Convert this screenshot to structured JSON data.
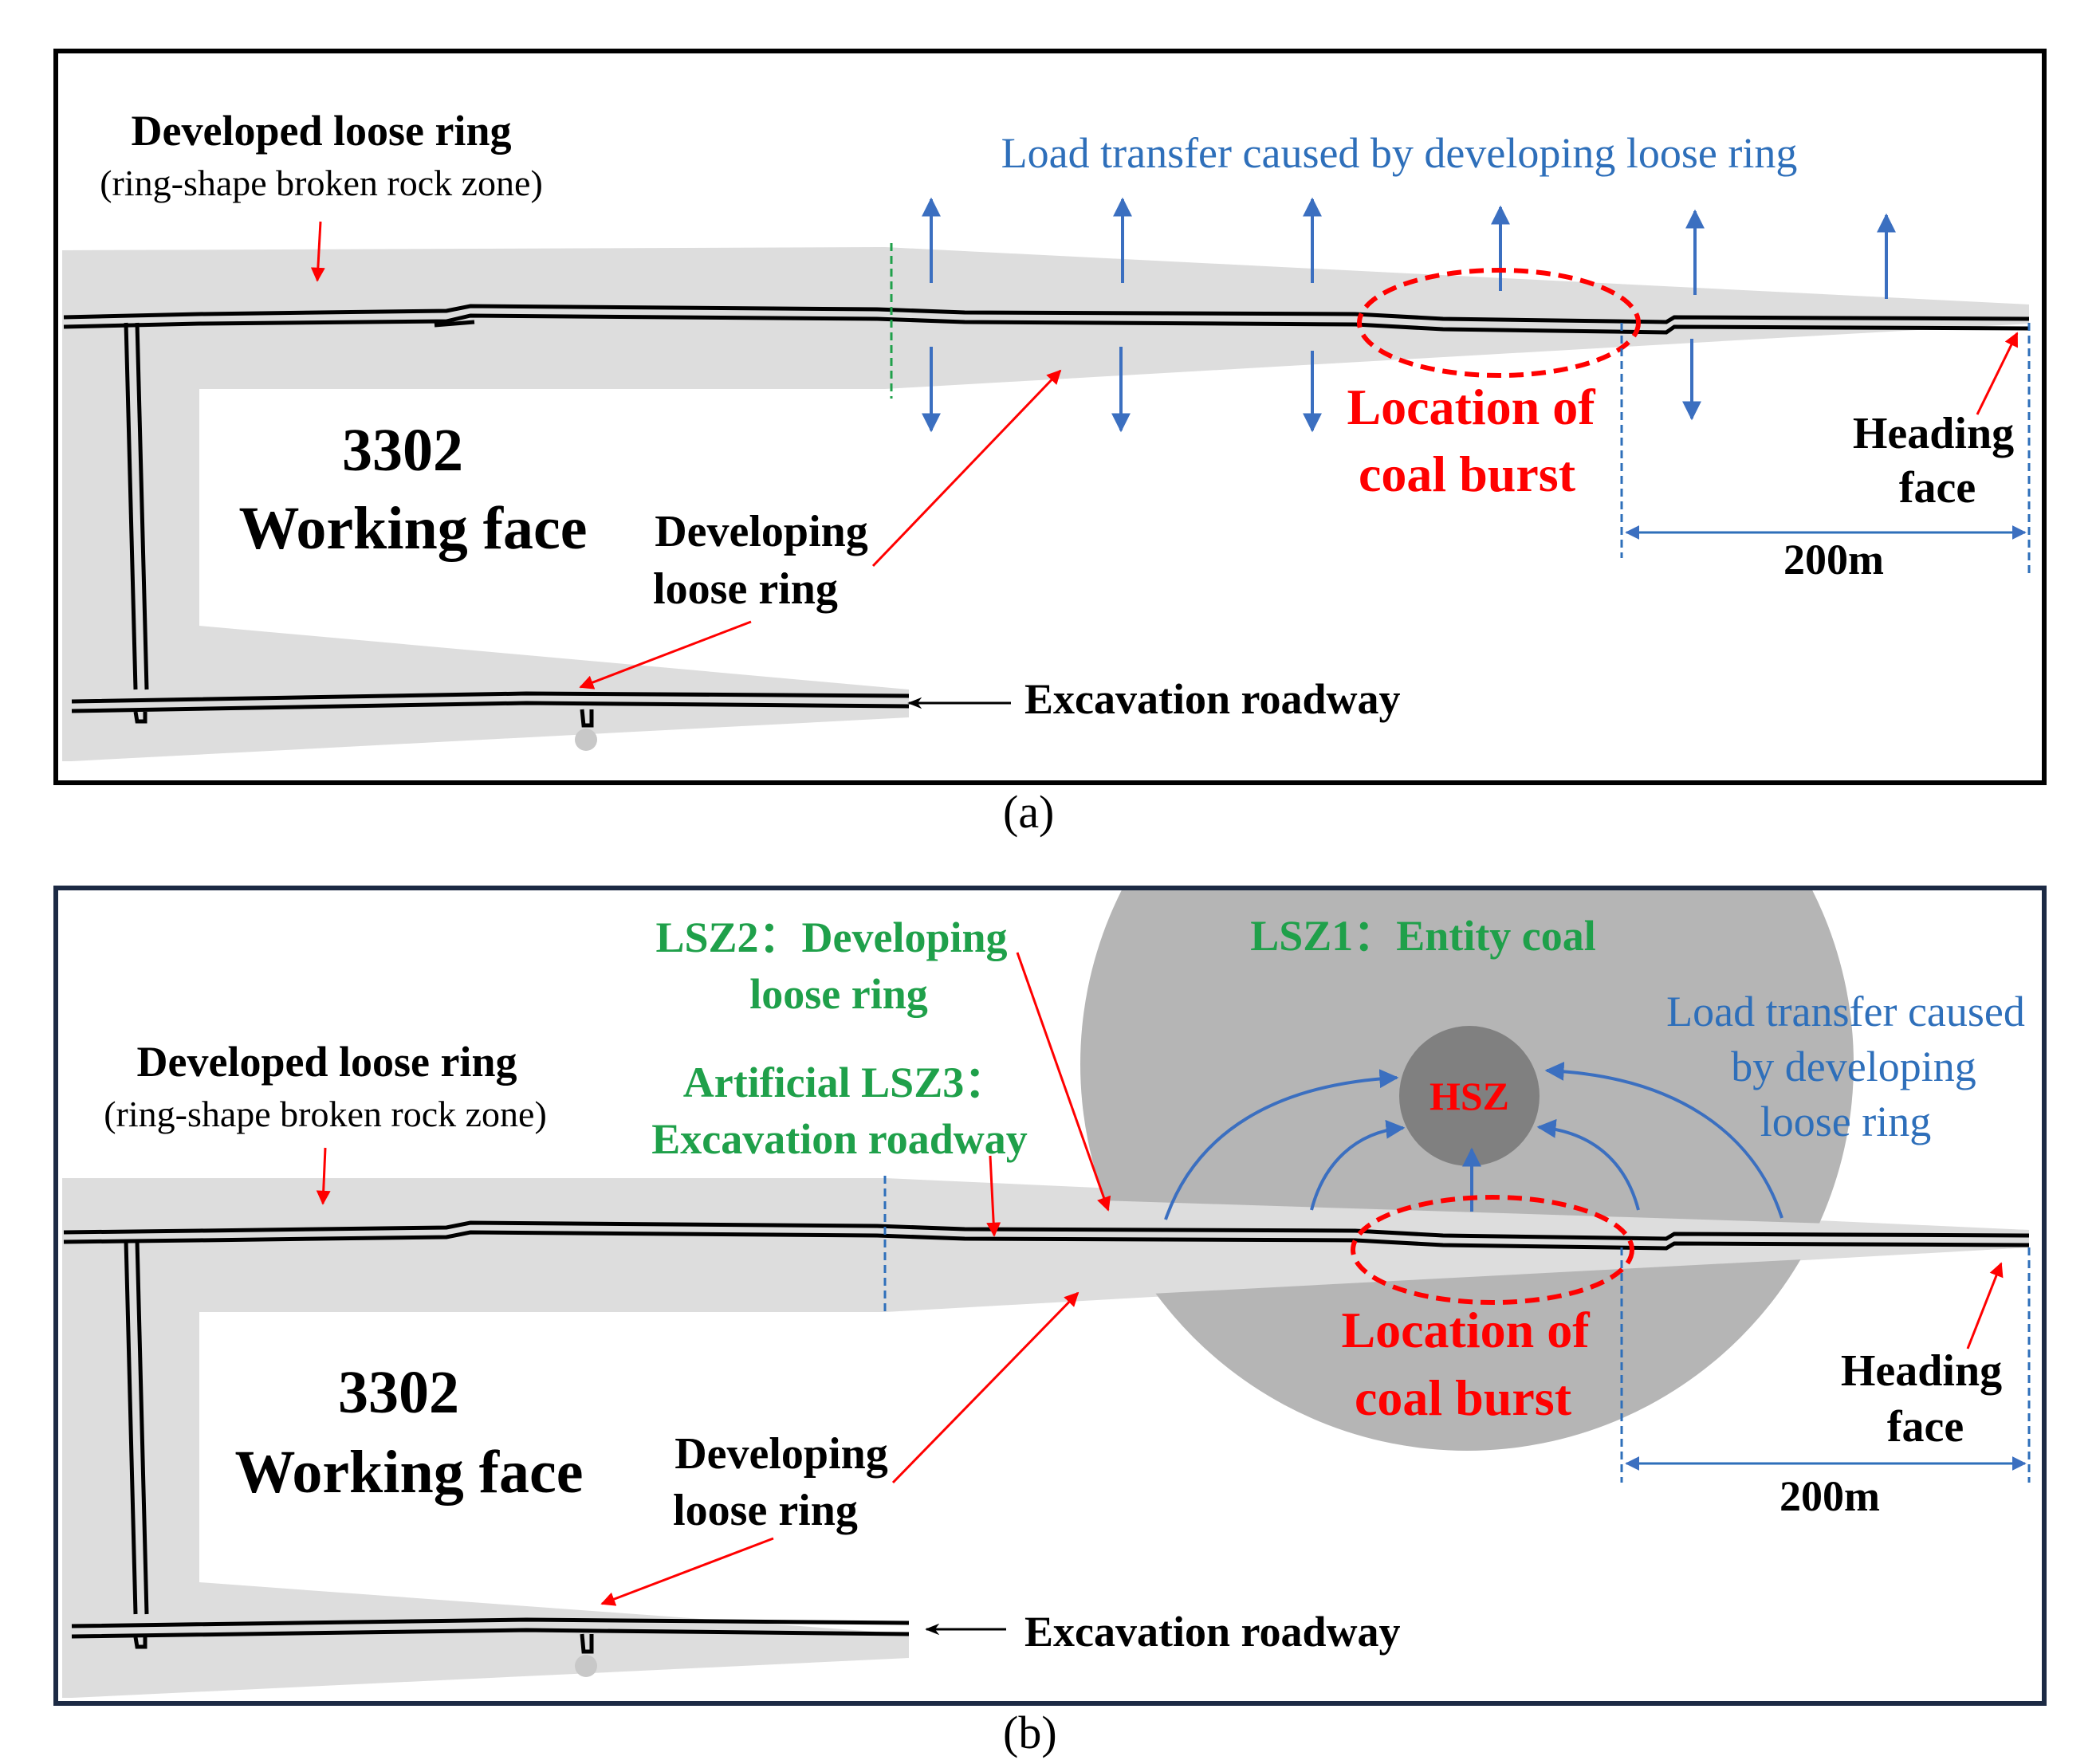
{
  "panel_a": {
    "caption": "(a)",
    "developed_ring_title": "Developed loose ring",
    "developed_ring_sub": "(ring-shape broken rock zone)",
    "load_transfer": "Load transfer caused by developing loose ring",
    "working_face_num": "3302",
    "working_face_label": "Working face",
    "developing_ring_line1": "Developing",
    "developing_ring_line2": "loose ring",
    "burst_line1": "Location of",
    "burst_line2": "coal burst",
    "heading_line1": "Heading",
    "heading_line2": "face",
    "distance": "200m",
    "excavation_roadway": "Excavation roadway"
  },
  "panel_b": {
    "caption": "(b)",
    "developed_ring_title": "Developed loose ring",
    "developed_ring_sub": "(ring-shape broken rock zone)",
    "lsz2_line1": "LSZ2：Developing",
    "lsz2_line2": "loose ring",
    "lsz1": "LSZ1：Entity  coal",
    "lsz3_line1": "Artificial LSZ3：",
    "lsz3_line2": "Excavation roadway",
    "hsz": "HSZ",
    "load_line1": "Load transfer caused",
    "load_line2": "by developing",
    "load_line3": "loose ring",
    "working_face_num": "3302",
    "working_face_label": "Working face",
    "developing_ring_line1": "Developing",
    "developing_ring_line2": "loose ring",
    "burst_line1": "Location of",
    "burst_line2": "coal burst",
    "heading_line1": "Heading",
    "heading_line2": "face",
    "distance": "200m",
    "excavation_roadway": "Excavation roadway"
  },
  "colors": {
    "loose_ring": "#dddddd",
    "entity_coal": "#b5b5b5",
    "hsz": "#808080",
    "arrow_blue": "#3b6fc0",
    "arrow_red": "#ff0000",
    "burst_red": "#ff0000",
    "zone_green": "#1fa04a"
  }
}
